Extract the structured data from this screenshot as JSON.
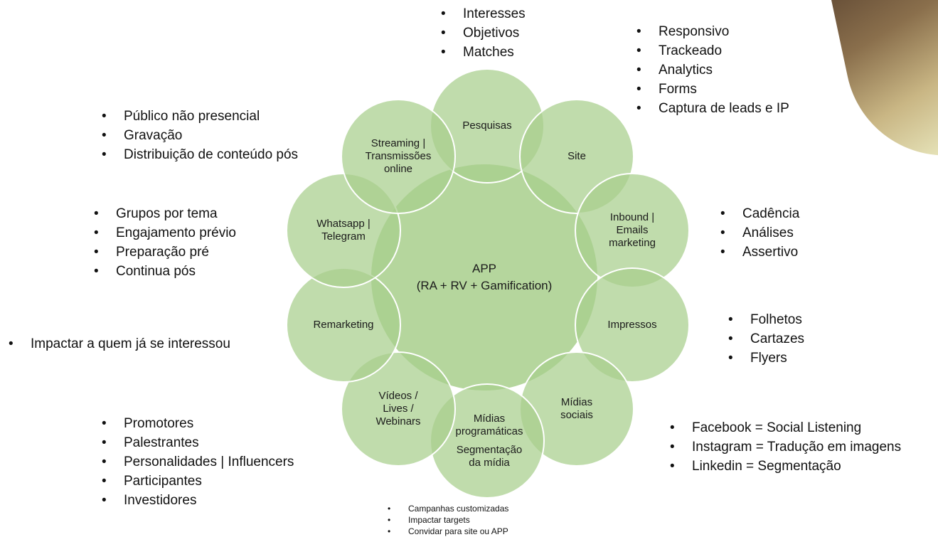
{
  "center": {
    "line1": "APP",
    "line2": "(RA + RV + Gamification)"
  },
  "channels": [
    {
      "id": "pesquisas",
      "lines": [
        "Pesquisas"
      ]
    },
    {
      "id": "site",
      "lines": [
        "Site"
      ]
    },
    {
      "id": "inbound",
      "lines": [
        "Inbound |",
        "Emails",
        "marketing"
      ]
    },
    {
      "id": "impressos",
      "lines": [
        "Impressos"
      ]
    },
    {
      "id": "midias-sociais",
      "lines": [
        "Mídias",
        "sociais"
      ]
    },
    {
      "id": "midias-programaticas",
      "lines": [
        "Mídias",
        "programáticas",
        "",
        "Segmentação",
        "da mídia"
      ]
    },
    {
      "id": "videos",
      "lines": [
        "Vídeos /",
        "Lives /",
        "Webinars"
      ]
    },
    {
      "id": "remarketing",
      "lines": [
        "Remarketing"
      ]
    },
    {
      "id": "whatsapp",
      "lines": [
        "Whatsapp |",
        "Telegram"
      ]
    },
    {
      "id": "streaming",
      "lines": [
        "Streaming |",
        "Transmissões",
        "online"
      ]
    }
  ],
  "notes": {
    "pesquisas": [
      "Interesses",
      "Objetivos",
      "Matches"
    ],
    "site": [
      "Responsivo",
      "Trackeado",
      "Analytics",
      "Forms",
      "Captura de leads e IP"
    ],
    "streaming": [
      "Público não presencial",
      "Gravação",
      "Distribuição de conteúdo pós"
    ],
    "whatsapp": [
      "Grupos por tema",
      "Engajamento prévio",
      "Preparação pré",
      "Continua pós"
    ],
    "inbound": [
      "Cadência",
      "Análises",
      "Assertivo"
    ],
    "impressos": [
      "Folhetos",
      "Cartazes",
      "Flyers"
    ],
    "remarketing": [
      "Impactar a quem já se interessou"
    ],
    "videos": [
      "Promotores",
      "Palestrantes",
      "Personalidades | Influencers",
      "Participantes",
      "Investidores"
    ],
    "midias_sociais": [
      "Facebook = Social Listening",
      "Instagram = Tradução em imagens",
      "Linkedin = Segmentação"
    ],
    "midias_programaticas": [
      "Campanhas customizadas",
      "Impactar targets",
      "Convidar para site ou APP"
    ]
  },
  "colors": {
    "circle_fill": "#a8cf8c",
    "circle_stroke": "#ffffff",
    "center_fill": "#a8cf8c"
  }
}
